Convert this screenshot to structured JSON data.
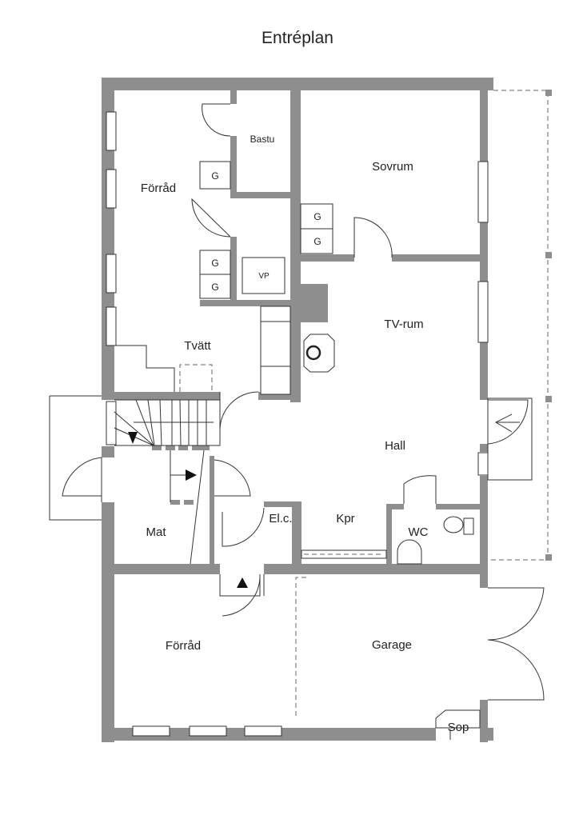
{
  "title": "Entréplan",
  "rooms": {
    "bastu": "Bastu",
    "forrad_upper": "Förråd",
    "sovrum": "Sovrum",
    "tv_rum": "TV-rum",
    "tvatt": "Tvätt",
    "hall": "Hall",
    "mat": "Mat",
    "elc": "El.c.",
    "kpr": "Kpr",
    "wc": "WC",
    "forrad_lower": "Förråd",
    "garage": "Garage",
    "sop": "Sop"
  },
  "fixtures": {
    "g": "G",
    "vp": "VP"
  },
  "colors": {
    "wall": "#8e8e8e",
    "line": "#333333"
  }
}
